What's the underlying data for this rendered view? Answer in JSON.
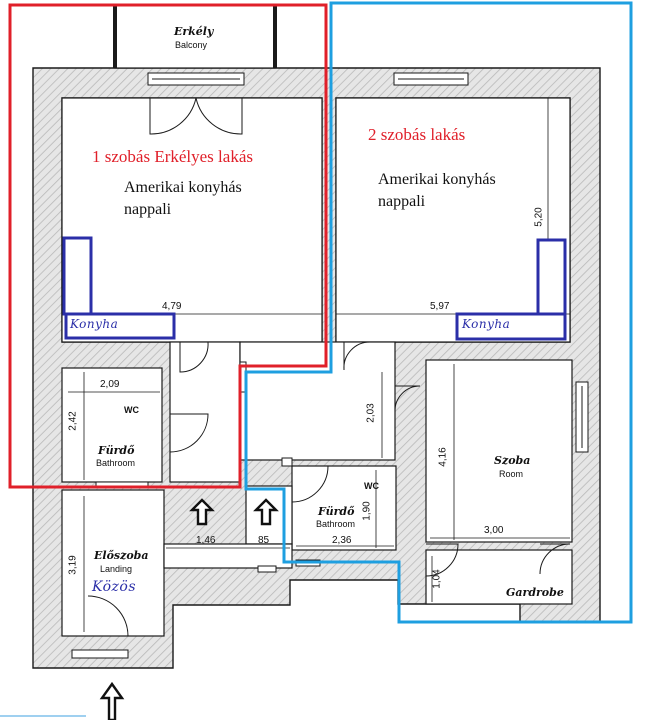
{
  "accent_colors": {
    "apartment_1_outline": "#e0202a",
    "apartment_2_outline": "#1e9fe0",
    "kitchen_outline": "#2b2fa8",
    "wall_hatch": "#d9d9d9",
    "wall_line": "#1a1a1a"
  },
  "balcony": {
    "title": "Erkély",
    "subtitle": "Balcony"
  },
  "apartment_1": {
    "title": "1 szobás Erkélyes lakás",
    "living_room_line1": "Amerikai konyhás",
    "living_room_line2": "nappali",
    "kitchen_label": "Konyha",
    "width_dim": "4,79"
  },
  "apartment_2": {
    "title": "2 szobás lakás",
    "living_room_line1": "Amerikai konyhás",
    "living_room_line2": "nappali",
    "kitchen_label": "Konyha",
    "width_dim": "5,97",
    "depth_dim": "5,20"
  },
  "bathroom_1": {
    "title": "Fürdő",
    "subtitle": "Bathroom",
    "wc": "WC",
    "width_dim": "2,09",
    "height_dim": "2,42"
  },
  "bathroom_2": {
    "title": "Fürdő",
    "subtitle": "Bathroom",
    "wc": "WC",
    "width_dim": "2,36",
    "height_dim": "1,90"
  },
  "hall_dim": "2,03",
  "room": {
    "title": "Szoba",
    "subtitle": "Room",
    "height_dim": "4,16",
    "width_dim": "3,00"
  },
  "wardrobe": {
    "title": "Gardrobe",
    "height_dim": "1,04"
  },
  "landing": {
    "title": "Előszoba",
    "subtitle": "Landing",
    "shared_label": "Közös",
    "height_dim": "3,19"
  },
  "corridor_dims": {
    "left": "1,46",
    "right": "85"
  }
}
